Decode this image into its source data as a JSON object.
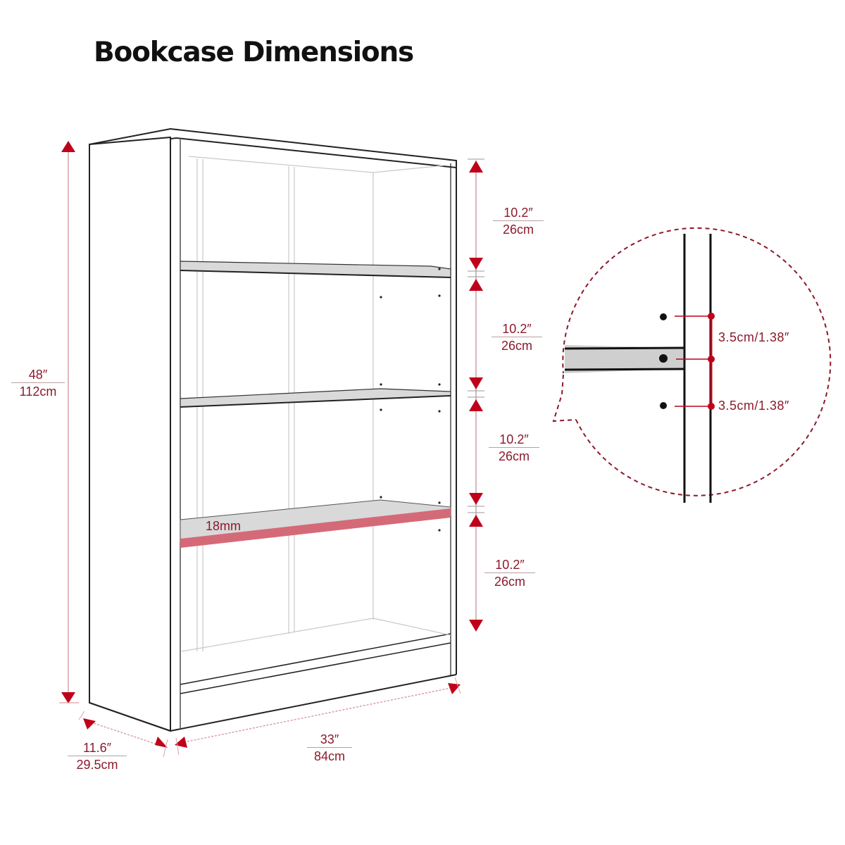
{
  "title": "Bookcase Dimensions",
  "colors": {
    "accent": "#c0001a",
    "label_text": "#8b1a2b",
    "outline": "#222222",
    "shelf_fill": "#d9d9d9",
    "shelf_highlight": "#d46a78"
  },
  "dimensions": {
    "height": {
      "imperial": "48″",
      "metric": "112cm"
    },
    "depth": {
      "imperial": "11.6″",
      "metric": "29.5cm"
    },
    "width": {
      "imperial": "33″",
      "metric": "84cm"
    },
    "shelf_gaps": [
      {
        "imperial": "10.2″",
        "metric": "26cm"
      },
      {
        "imperial": "10.2″",
        "metric": "26cm"
      },
      {
        "imperial": "10.2″",
        "metric": "26cm"
      },
      {
        "imperial": "10.2″",
        "metric": "26cm"
      }
    ],
    "shelf_thickness": "18mm"
  },
  "detail": {
    "hole_spacing": [
      {
        "label": "3.5cm/1.38″"
      },
      {
        "label": "3.5cm/1.38″"
      }
    ]
  }
}
